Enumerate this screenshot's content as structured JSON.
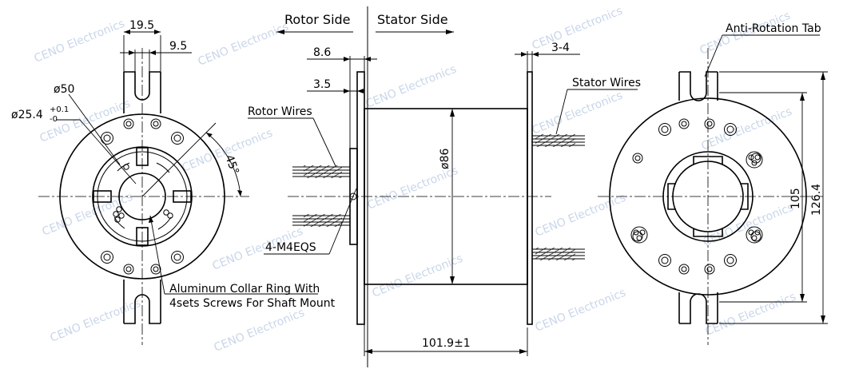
{
  "watermark": "CENO Electronics",
  "labels": {
    "rotor_side": "Rotor Side",
    "stator_side": "Stator Side",
    "rotor_wires": "Rotor Wires",
    "stator_wires": "Stator Wires",
    "anti_rotation_tab": "Anti-Rotation Tab",
    "screws": "4-M4EQS",
    "collar_line1": "Aluminum Collar Ring With",
    "collar_line2": "4sets Screws For Shaft Mount"
  },
  "dimensions": {
    "tab_width": "19.5",
    "slot_width": "9.5",
    "od_50": "ø50",
    "bore": "ø25.4",
    "bore_tol_upper": "+0.1",
    "bore_tol_lower": "-0",
    "angle": "45°",
    "flange_thk": "8.6",
    "collar_thk": "3.5",
    "stator_flange": "3-4",
    "body_dia": "ø86",
    "length": "101.9±1",
    "hole_spacing": "105",
    "overall_height": "126.4"
  }
}
